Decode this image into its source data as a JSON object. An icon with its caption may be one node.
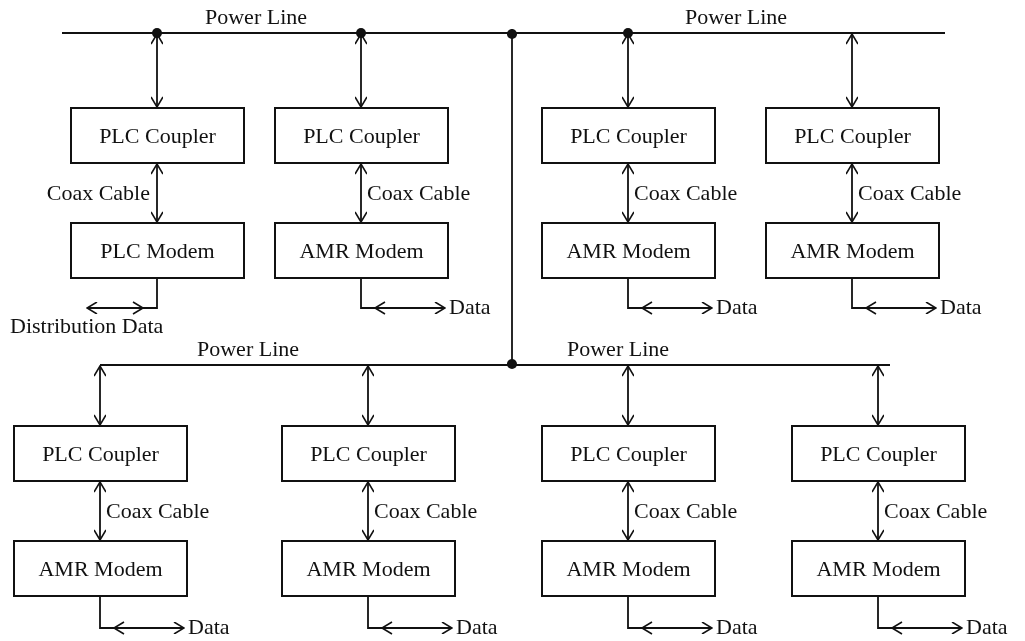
{
  "diagram": {
    "nodes": [
      {
        "text": [
          "Power Line",
          "Power Line"
        ]
      },
      {
        "text": [
          "PLC Coupler"
        ]
      },
      {
        "text": [
          "PLC Modem"
        ]
      },
      {
        "text": [
          "Distribution Data"
        ]
      },
      {
        "text": [
          "PLC Coupler"
        ]
      },
      {
        "text": [
          "AMR Modem"
        ]
      },
      {
        "text": [
          "Data"
        ]
      },
      {
        "text": [
          "PLC Coupler"
        ]
      },
      {
        "text": [
          "AMR Modem"
        ]
      },
      {
        "text": [
          "Data"
        ]
      },
      {
        "text": [
          "PLC Coupler"
        ]
      },
      {
        "text": [
          "AMR Modem"
        ]
      },
      {
        "text": [
          "Data"
        ]
      },
      {
        "text": [
          "Power Line",
          "Power Line"
        ]
      },
      {
        "text": [
          "PLC Coupler"
        ]
      },
      {
        "text": [
          "AMR Modem"
        ]
      },
      {
        "text": [
          "Data"
        ]
      },
      {
        "text": [
          "PLC Coupler"
        ]
      },
      {
        "text": [
          "AMR Modem"
        ]
      },
      {
        "text": [
          "Data"
        ]
      },
      {
        "text": [
          "PLC Coupler"
        ]
      },
      {
        "text": [
          "AMR Modem"
        ]
      },
      {
        "text": [
          "Data"
        ]
      },
      {
        "text": [
          "PLC Coupler"
        ]
      },
      {
        "text": [
          "AMR Modem"
        ]
      },
      {
        "text": [
          "Data"
        ]
      }
    ],
    "edges": [
      {
        "from": 0,
        "to": 1,
        "arrow": "both"
      },
      {
        "from": 1,
        "to": 2,
        "arrow": "both",
        "label": "Coax Cable"
      },
      {
        "from": 2,
        "to": 3,
        "arrow": "to"
      },
      {
        "from": 0,
        "to": 4,
        "arrow": "both"
      },
      {
        "from": 4,
        "to": 5,
        "arrow": "both",
        "label": "Coax Cable"
      },
      {
        "from": 5,
        "to": 6,
        "arrow": "to"
      },
      {
        "from": 0,
        "to": 7,
        "arrow": "both"
      },
      {
        "from": 7,
        "to": 8,
        "arrow": "both",
        "label": "Coax Cable"
      },
      {
        "from": 8,
        "to": 9,
        "arrow": "to"
      },
      {
        "from": 0,
        "to": 10,
        "arrow": "both"
      },
      {
        "from": 10,
        "to": 11,
        "arrow": "both",
        "label": "Coax Cable"
      },
      {
        "from": 11,
        "to": 12,
        "arrow": "to"
      },
      {
        "from": 0,
        "to": 13,
        "arrow": "other"
      },
      {
        "from": 13,
        "to": 14,
        "arrow": "both"
      },
      {
        "from": 14,
        "to": 15,
        "arrow": "both",
        "label": "Coax Cable"
      },
      {
        "from": 15,
        "to": 16,
        "arrow": "to"
      },
      {
        "from": 13,
        "to": 17,
        "arrow": "both"
      },
      {
        "from": 17,
        "to": 18,
        "arrow": "both",
        "label": "Coax Cable"
      },
      {
        "from": 18,
        "to": 19,
        "arrow": "to"
      },
      {
        "from": 13,
        "to": 20,
        "arrow": "both"
      },
      {
        "from": 20,
        "to": 21,
        "arrow": "both",
        "label": "Coax Cable"
      },
      {
        "from": 21,
        "to": 22,
        "arrow": "to"
      },
      {
        "from": 13,
        "to": 23,
        "arrow": "both"
      },
      {
        "from": 23,
        "to": 24,
        "arrow": "both",
        "label": "Coax Cable"
      },
      {
        "from": 24,
        "to": 25,
        "arrow": "to"
      }
    ]
  }
}
